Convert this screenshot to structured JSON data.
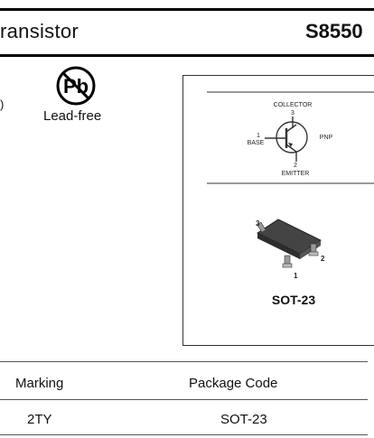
{
  "header": {
    "title_fragment": "ransistor",
    "part_number": "S8550"
  },
  "left_fragment": ")",
  "leadfree": {
    "symbol_text": "Pb",
    "label": "Lead-free"
  },
  "package_diagram": {
    "pins": {
      "collector": {
        "label": "COLLECTOR",
        "number": "3"
      },
      "base": {
        "label": "BASE",
        "number": "1"
      },
      "emitter": {
        "label": "EMITTER",
        "number": "2"
      }
    },
    "polarity": "PNP",
    "package_pin_numbers": [
      "3",
      "2",
      "1"
    ],
    "package_name": "SOT-23"
  },
  "table": {
    "headers": [
      "Marking",
      "Package Code"
    ],
    "rows": [
      [
        "2TY",
        "SOT-23"
      ]
    ]
  }
}
